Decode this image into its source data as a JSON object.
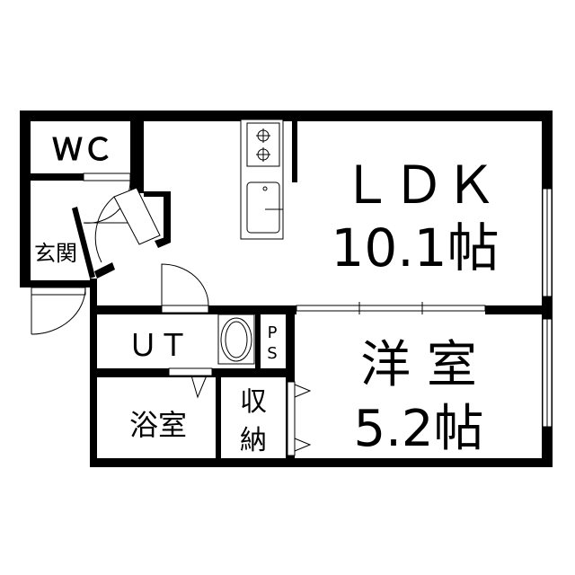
{
  "rooms": {
    "wc": "ＷＣ",
    "entrance": "玄関",
    "ldk_name": "ＬＤＫ",
    "ldk_size": "10.1帖",
    "ut": "ＵＴ",
    "ps_p": "P",
    "ps_s": "S",
    "bath": "浴室",
    "storage_1": "収",
    "storage_2": "納",
    "western_name": "洋 室",
    "western_size": "5.2帖"
  }
}
